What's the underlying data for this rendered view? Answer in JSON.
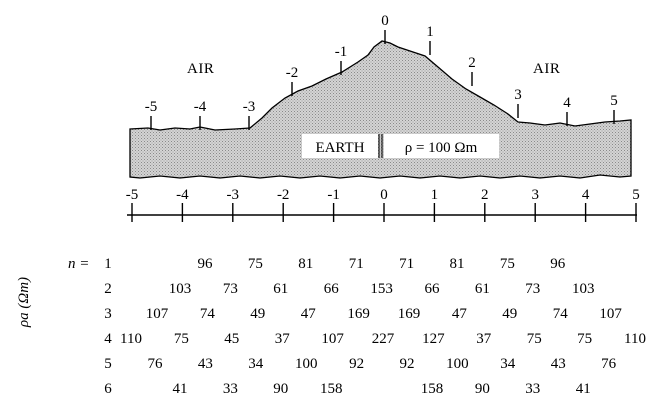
{
  "labels": {
    "air_left": "AIR",
    "air_right": "AIR",
    "earth": "EARTH",
    "rho": "ρ = 100 Ωm",
    "n_label": "n =",
    "y_label": "ρa (Ωm)"
  },
  "electrodes": [
    "-5",
    "-4",
    "-3",
    "-2",
    "-1",
    "0",
    "1",
    "2",
    "3",
    "4",
    "5"
  ],
  "scale_ticks": [
    "-5",
    "-4",
    "-3",
    "-2",
    "-1",
    "0",
    "1",
    "2",
    "3",
    "4",
    "5"
  ],
  "table": {
    "rows": [
      {
        "n": "1",
        "values": [
          "96",
          "75",
          "81",
          "71",
          "71",
          "81",
          "75",
          "96"
        ]
      },
      {
        "n": "2",
        "values": [
          "103",
          "73",
          "61",
          "66",
          "153",
          "66",
          "61",
          "73",
          "103"
        ]
      },
      {
        "n": "3",
        "values": [
          "107",
          "74",
          "49",
          "47",
          "169",
          "169",
          "47",
          "49",
          "74",
          "107"
        ]
      },
      {
        "n": "4",
        "values": [
          "110",
          "75",
          "45",
          "37",
          "107",
          "227",
          "127",
          "37",
          "75",
          "75",
          "110"
        ]
      },
      {
        "n": "5",
        "values": [
          "76",
          "43",
          "34",
          "100",
          "92",
          "92",
          "100",
          "34",
          "43",
          "76"
        ]
      },
      {
        "n": "6",
        "values": [
          "41",
          "33",
          "90",
          "158",
          "158",
          "90",
          "33",
          "41"
        ]
      }
    ]
  }
}
